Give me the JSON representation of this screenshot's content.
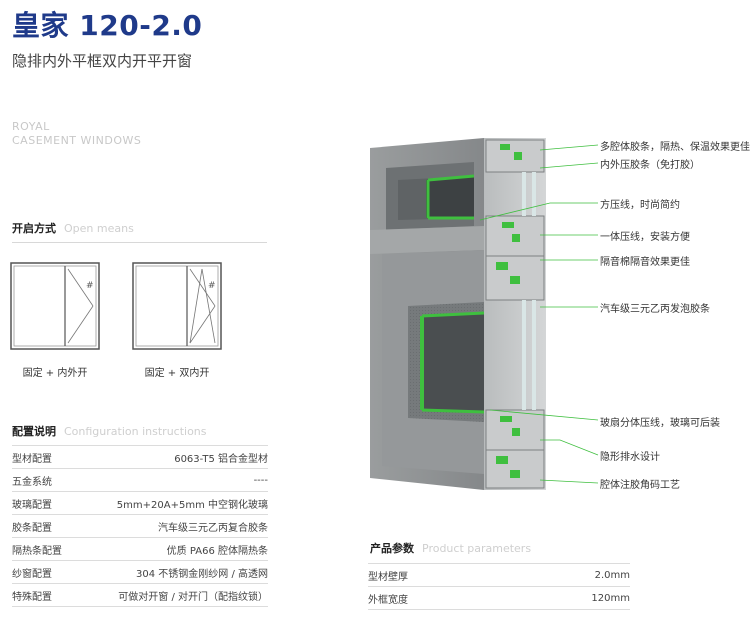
{
  "header": {
    "title": "皇家 120-2.0",
    "subtitle": "隐排内外平框双内开平开窗"
  },
  "brand": {
    "line1": "ROYAL",
    "line2": "CASEMENT WINDOWS"
  },
  "open_means": {
    "title_cn": "开启方式",
    "title_en": "Open means",
    "options": [
      {
        "caption": "固定 + 内外开",
        "icon": "fixed-casement-window-icon"
      },
      {
        "caption": "固定 + 双内开",
        "icon": "fixed-tilt-turn-window-icon"
      }
    ]
  },
  "config": {
    "title_cn": "配置说明",
    "title_en": "Configuration instructions",
    "rows": [
      {
        "label": "型材配置",
        "value": "6063-T5 铝合金型材"
      },
      {
        "label": "五金系统",
        "value": "----"
      },
      {
        "label": "玻璃配置",
        "value": "5mm+20A+5mm 中空钢化玻璃"
      },
      {
        "label": "胶条配置",
        "value": "汽车级三元乙丙复合胶条"
      },
      {
        "label": "隔热条配置",
        "value": "优质 PA66 腔体隔热条"
      },
      {
        "label": "纱窗配置",
        "value": "304 不锈钢金刚纱网 / 高透网"
      },
      {
        "label": "特殊配置",
        "value": "可做对开窗 / 对开门（配指纹锁）"
      }
    ]
  },
  "product": {
    "title_cn": "产品参数",
    "title_en": "Product parameters",
    "rows": [
      {
        "label": "型材壁厚",
        "value": "2.0mm"
      },
      {
        "label": "外框宽度",
        "value": "120mm"
      }
    ]
  },
  "annotations": [
    "多腔体胶条，隔热、保温效果更佳",
    "内外压胶条（免打胶）",
    "方压线，时尚简约",
    "一体压线，安装方便",
    "隔音棉隔音效果更佳",
    "汽车级三元乙丙发泡胶条",
    "玻扇分体压线，玻璃可后装",
    "隐形排水设计",
    "腔体注胶角码工艺"
  ],
  "colors": {
    "title": "#1f3a8a",
    "profile": "#8c8f90",
    "gasket": "#3fbf3f"
  }
}
